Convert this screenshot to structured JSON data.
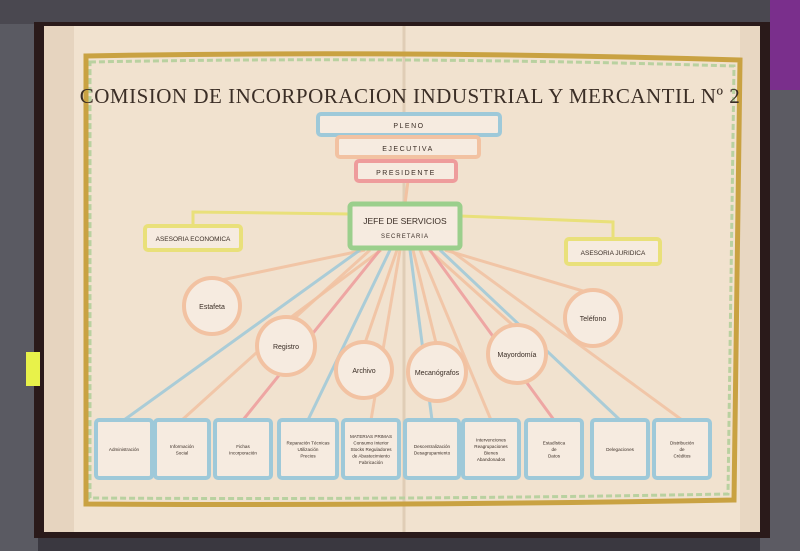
{
  "title": "COMISION DE INCORPORACION INDUSTRIAL Y MERCANTIL Nº 2",
  "top_boxes": [
    "PLENO",
    "EJECUTIVA",
    "PRESIDENTE"
  ],
  "chief": {
    "title": "JEFE DE SERVICIOS",
    "subtitle": "SECRETARIA"
  },
  "side_boxes": {
    "left": "ASESORIA ECONOMICA",
    "right": "ASESORIA JURIDICA"
  },
  "circles": [
    "Estafeta",
    "Registro",
    "Archivo",
    "Mecanógrafos",
    "Mayordomía",
    "Teléfono"
  ],
  "bottom_boxes": [
    [
      "Administración"
    ],
    [
      "Información",
      "Social"
    ],
    [
      "Fichas",
      "Incorporación"
    ],
    [
      "Reparación Técnicas",
      "Utilización",
      "Precios"
    ],
    [
      "MATERIAS PRIMAS",
      "Consumo Interior",
      "Stocks Reguladores",
      "de Abastecimiento",
      "Fabricación"
    ],
    [
      "Descentralización",
      "Desagrupamiento"
    ],
    [
      "Intervenciones",
      "Reagrupaciones",
      "Bienes",
      "Abandonados"
    ],
    [
      "Estadística",
      "de",
      "Datos"
    ],
    [
      "Delegaciones"
    ],
    [
      "Distribución",
      "de",
      "Créditos"
    ]
  ],
  "colors": {
    "page": "#f4e6d3",
    "border_gold": "#c9a242",
    "border_green": "#b9d1a0",
    "blue": "#9ec9d9",
    "peach": "#f2c2a2",
    "pink": "#ee9c9c",
    "green": "#9bcf8c",
    "yellow": "#e9e07a",
    "text": "#3b2e26"
  }
}
